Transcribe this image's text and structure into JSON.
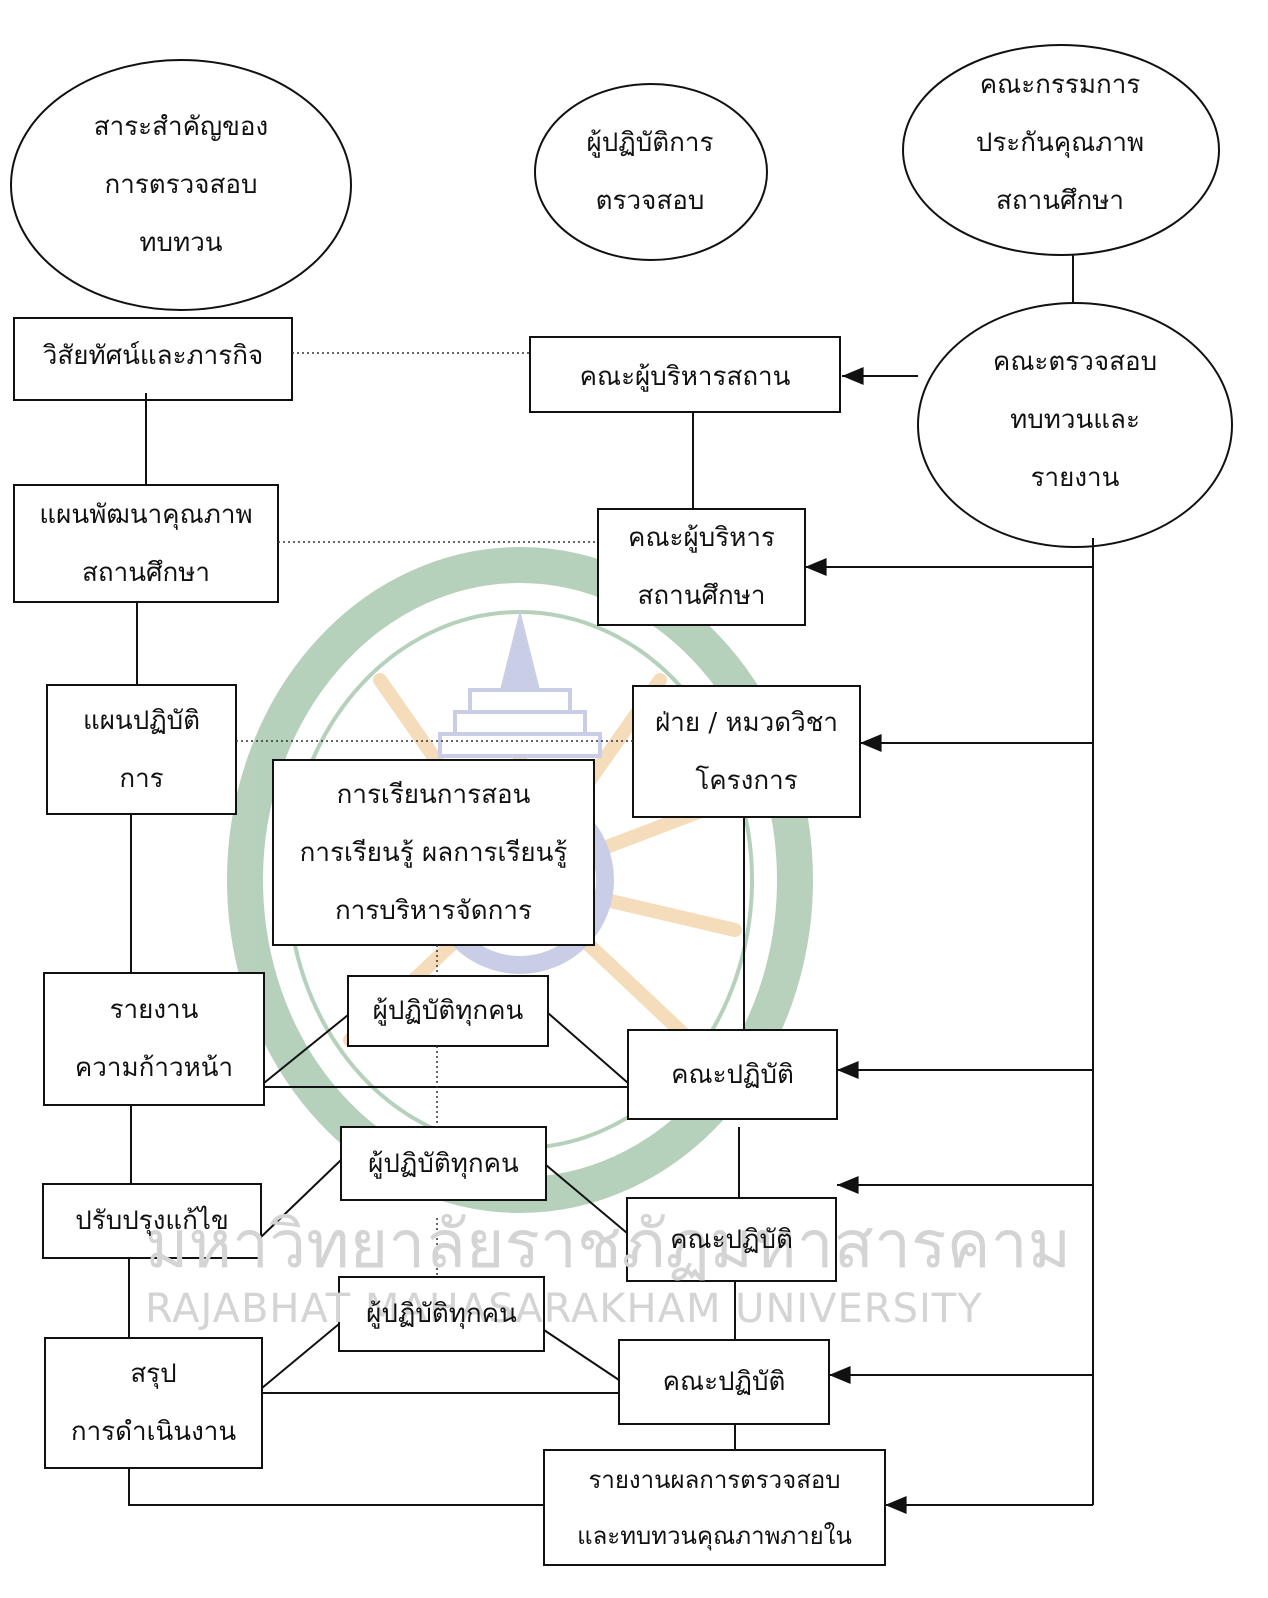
{
  "nodes": {
    "essence": "สาระสำคัญของ\nการตรวจสอบ\nทบทวน",
    "practitioner_audit": "ผู้ปฏิบัติการ\nตรวจสอบ",
    "qa_committee": "คณะกรรมการ\nประกันคุณภาพ\nสถานศึกษา",
    "vision_mission": "วิสัยทัศน์และภารกิจ",
    "board_executives": "คณะผู้บริหารสถาน",
    "review_report_committee": "คณะตรวจสอบ\nทบทวนและ\nรายงาน",
    "dev_plan": "แผนพัฒนาคุณภาพ\nสถานศึกษา",
    "school_executives": "คณะผู้บริหาร\nสถานศึกษา",
    "action_plan": "แผนปฏิบัติ\nการ",
    "department_project": "ฝ่าย / หมวดวิชา\nโครงการ",
    "teaching_learning": "การเรียนการสอน\nการเรียนรู้ ผลการเรียนรู้\nการบริหารจัดการ",
    "all_practitioners_1": "ผู้ปฏิบัติทุกคน",
    "progress_report": "รายงาน\nความก้าวหน้า",
    "operating_team_1": "คณะปฏิบัติ",
    "all_practitioners_2": "ผู้ปฏิบัติทุกคน",
    "improve_fix": "ปรับปรุงแก้ไข",
    "operating_team_2": "คณะปฏิบัติ",
    "all_practitioners_3": "ผู้ปฏิบัติทุกคน",
    "summary": "สรุป\nการดำเนินงาน",
    "operating_team_3": "คณะปฏิบัติ",
    "final_report": "รายงานผลการตรวจสอบ\nและทบทวนคุณภาพภายใน"
  },
  "watermark": {
    "thai": "มหาวิทยาลัยราชภัฏมหาสารคาม",
    "english": "RAJABHAT MAHASARAKHAM UNIVERSITY"
  },
  "colors": {
    "line": "#111111",
    "watermark_green": "#5f9a6a",
    "watermark_orange": "#e9b36a",
    "watermark_blue": "#8a94c8"
  }
}
